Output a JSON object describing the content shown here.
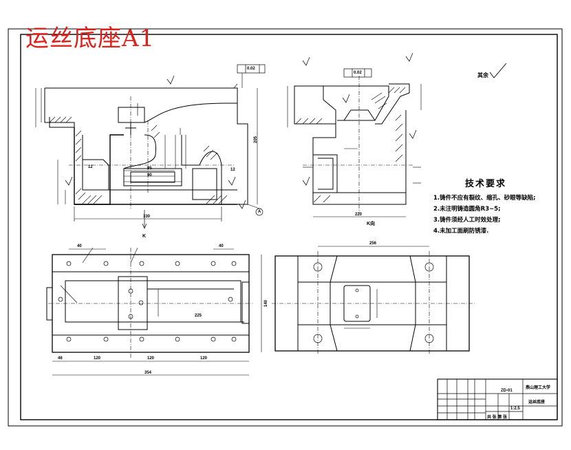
{
  "sheet": {
    "title": "运丝底座A1",
    "roughness_note": "其余"
  },
  "technical_requirements": {
    "heading": "技术要求",
    "items": [
      "1.铸件不应有裂纹、缩孔、砂眼等缺陷;",
      "2.未注明铸造圆角R3~5;",
      "3.铸件须经人工时效处理;",
      "4.未加工面刷防锈漆."
    ]
  },
  "views": {
    "section_label": "K向",
    "arrow_label": "K",
    "datum_label": "A",
    "tolerance_1": "0.02",
    "tolerance_2": "0.02"
  },
  "dimensions": {
    "front_width": "330",
    "front_height": "205",
    "side_width": "220",
    "plan_width": "354",
    "plan_width2": "256",
    "plan_height": "140",
    "dim_40a": "40",
    "dim_40b": "40",
    "dim_46": "46",
    "dim_120a": "120",
    "dim_120b": "120",
    "dim_120c": "120",
    "dim_225": "225",
    "dim_90": "90",
    "dim_95": "95",
    "dim_12a": "12",
    "dim_12b": "12"
  },
  "title_block": {
    "school": "燕山理工大学",
    "part_name": "运丝底座",
    "drawing_no": "ZD-01",
    "scale": "1:2.5",
    "sheet_label": "共  张  第  张"
  }
}
